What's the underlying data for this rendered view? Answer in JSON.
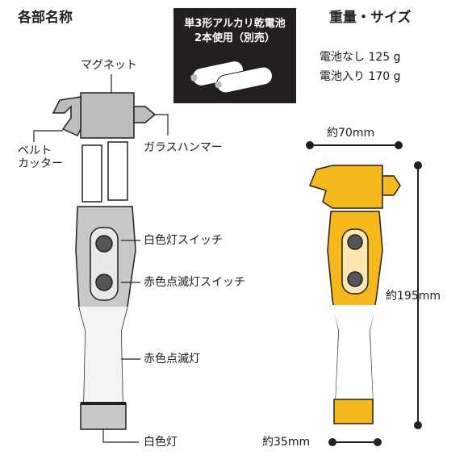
{
  "labels": {
    "parts_heading": "各部名称",
    "spec_heading": "重量・サイズ",
    "magnet": "マグネット",
    "belt_cutter_line1": "ベルト",
    "belt_cutter_line2": "カッター",
    "glass_hammer": "ガラスハンマー",
    "white_light_switch": "白色灯スイッチ",
    "red_blink_switch": "赤色点滅灯スイッチ",
    "red_blink_light": "赤色点滅灯",
    "white_light": "白色灯"
  },
  "battery": {
    "line1": "単3形アルカリ乾電池",
    "line2": "2本使用（別売）"
  },
  "weight": {
    "without_battery": "電池なし 125 g",
    "with_battery": "電池入り 170 g"
  },
  "dimensions": {
    "width": "約70mm",
    "height": "約195mm",
    "base": "約35mm"
  },
  "colors": {
    "accent_yellow": "#f5b91e",
    "body_gray": "#c8c8c8",
    "outline": "#231f20"
  }
}
